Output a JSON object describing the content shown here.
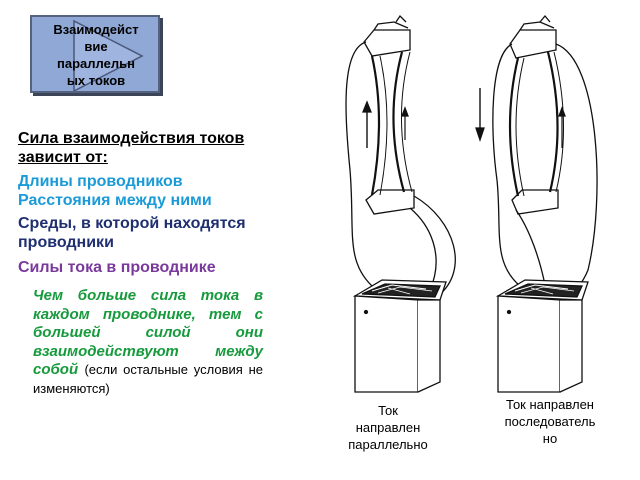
{
  "title_box": {
    "text": "Взаимодейст\nвие\nпараллельн\nых токов"
  },
  "heading": "Сила взаимодействия токов\nзависит от:",
  "factors": [
    {
      "text": "Длины проводников",
      "color": "#1a9bd7"
    },
    {
      "text": "Расстояния между ними",
      "color": "#1a9bd7"
    },
    {
      "text": "Среды, в которой находятся\nпроводники",
      "color": "#1f2f70"
    },
    {
      "text": "Силы тока в проводнике",
      "color": "#7a3a9c"
    }
  ],
  "conclusion": {
    "main": "Чем больше сила тока в каждом проводнике, тем с большей силой они взаимодействуют между собой",
    "note": "(если остальные условия не изменяются)",
    "color": "#169a3c"
  },
  "captions": {
    "parallel": "Ток\nнаправлен\nпараллельно",
    "series": "Ток направлен\nпоследователь\nно"
  }
}
